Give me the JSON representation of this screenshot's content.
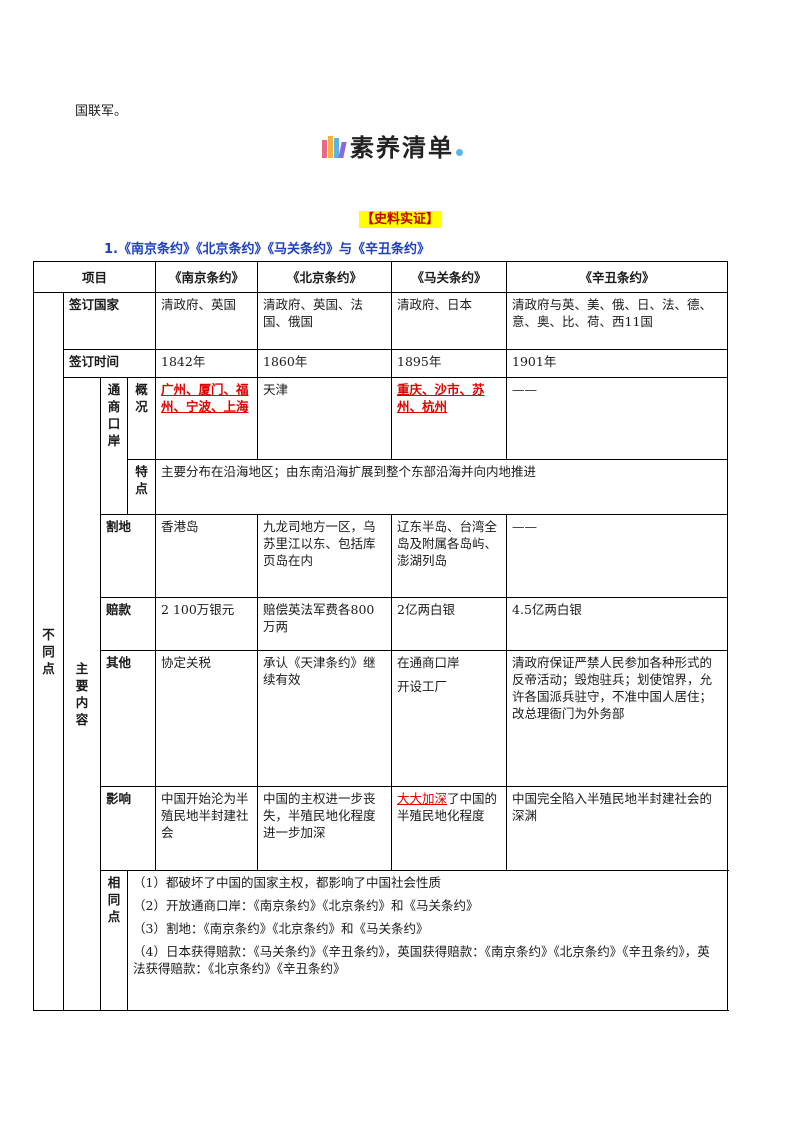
{
  "top_text": "国联军。",
  "heading": {
    "text": "素养清单"
  },
  "colors": {
    "tag_bg": "#ffff00",
    "tag_text": "#c00000",
    "subtitle": "#1f3fbf",
    "highlight": "#e00000"
  },
  "tag": "【史料实证】",
  "subtitle": "1.《南京条约》《北京条约》《马关条约》与《辛丑条约》",
  "table": {
    "header": {
      "item": "项目",
      "c1": "《南京条约》",
      "c2": "《北京条约》",
      "c3": "《马关条约》",
      "c4": "《辛丑条约》"
    },
    "diff_label": [
      "不",
      "同",
      "点"
    ],
    "main_label": [
      "主",
      "要",
      "内",
      "容"
    ],
    "port_label": [
      "通",
      "商",
      "口",
      "岸"
    ],
    "overview_label": [
      "概",
      "况"
    ],
    "feature_label": [
      "特",
      "点"
    ],
    "same_label": [
      "相",
      "同",
      "点"
    ],
    "countries": {
      "label": "签订国家",
      "c1": "清政府、英国",
      "c2": "清政府、英国、法国、俄国",
      "c3": "清政府、日本",
      "c4": "清政府与英、美、俄、日、法、德、意、奥、比、荷、西11国"
    },
    "time": {
      "label": "签订时间",
      "c1": "1842年",
      "c2": "1860年",
      "c3": "1895年",
      "c4": "1901年"
    },
    "ports_overview": {
      "c1": "广州、厦门、福州、宁波、上海",
      "c2": "天津",
      "c3": "重庆、沙市、苏州、杭州",
      "c4": "——"
    },
    "ports_feature": "主要分布在沿海地区；由东南沿海扩展到整个东部沿海并向内地推进",
    "territory": {
      "label": "割地",
      "c1": "香港岛",
      "c2": "九龙司地方一区，乌苏里江以东、包括库页岛在内",
      "c3": "辽东半岛、台湾全岛及附属各岛屿、澎湖列岛",
      "c4": "——"
    },
    "indemnity": {
      "label": "赔款",
      "c1": "2 100万银元",
      "c2": "赔偿英法军费各800万两",
      "c3": "2亿两白银",
      "c4": "4.5亿两白银"
    },
    "other": {
      "label": "其他",
      "c1": "协定关税",
      "c2": "承认《天津条约》继续有效",
      "c3a": "在通商口岸",
      "c3b": "开设工厂",
      "c4": "清政府保证严禁人民参加各种形式的反帝活动；毁炮驻兵；划使馆界，允许各国派兵驻守，不准中国人居住；改总理衙门为外务部"
    },
    "impact": {
      "label": "影响",
      "c1": "中国开始沦为半殖民地半封建社会",
      "c2": "中国的主权进一步丧失，半殖民地化程度进一步加深",
      "c3_highlight": "大大加深",
      "c3_rest": "了中国的半殖民地化程度",
      "c4": "中国完全陷入半殖民地半封建社会的深渊"
    },
    "same_points": [
      "（1）都破坏了中国的国家主权，都影响了中国社会性质",
      "（2）开放通商口岸：《南京条约》《北京条约》和《马关条约》",
      "（3）割地：《南京条约》《北京条约》和《马关条约》",
      "（4）日本获得赔款：《马关条约》《辛丑条约》，英国获得赔款：《南京条约》《北京条约》《辛丑条约》，英法获得赔款：《北京条约》《辛丑条约》"
    ]
  }
}
